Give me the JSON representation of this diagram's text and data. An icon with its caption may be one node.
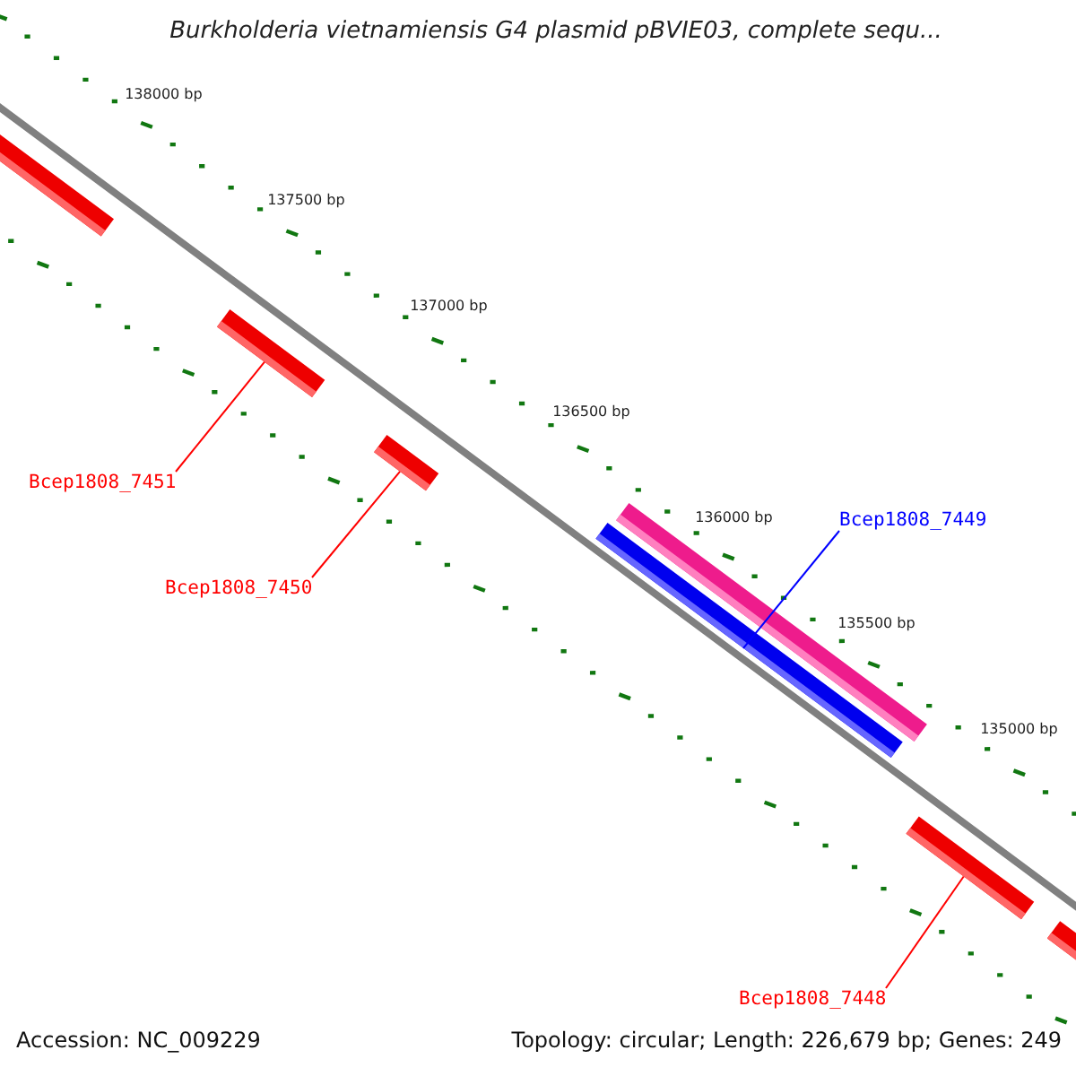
{
  "diagram": {
    "title": "Burkholderia vietnamiensis G4 plasmid pBVIE03, complete sequ...",
    "nodes": [
      {
        "text": [],
        "shape": "bar"
      },
      {
        "text": [],
        "shape": "bar"
      },
      {
        "text": [],
        "shape": "bar"
      },
      {
        "text": [],
        "shape": "bar"
      },
      {
        "text": [],
        "shape": "bar"
      },
      {
        "text": [],
        "shape": "bar"
      },
      {
        "text": [],
        "shape": "bar"
      },
      {
        "text": [
          "Bcep1808_7451"
        ]
      },
      {
        "text": [
          "Bcep1808_7450"
        ]
      },
      {
        "text": [
          "Bcep1808_7449"
        ]
      },
      {
        "text": [
          "Bcep1808_7448"
        ]
      }
    ],
    "edges": [
      {
        "from": 7,
        "to": 1,
        "arrow": "none"
      },
      {
        "from": 8,
        "to": 2,
        "arrow": "none"
      },
      {
        "from": 9,
        "to": 4,
        "arrow": "none",
        "color": "#0000ff"
      },
      {
        "from": 10,
        "to": 5,
        "arrow": "none"
      }
    ],
    "labels": [
      "138000 bp",
      "137500 bp",
      "137000 bp",
      "136500 bp",
      "136000 bp",
      "135500 bp",
      "135000 bp",
      "Accession: NC_009229",
      "Topology: circular; Length: 226,679 bp; Genes: 249"
    ]
  }
}
